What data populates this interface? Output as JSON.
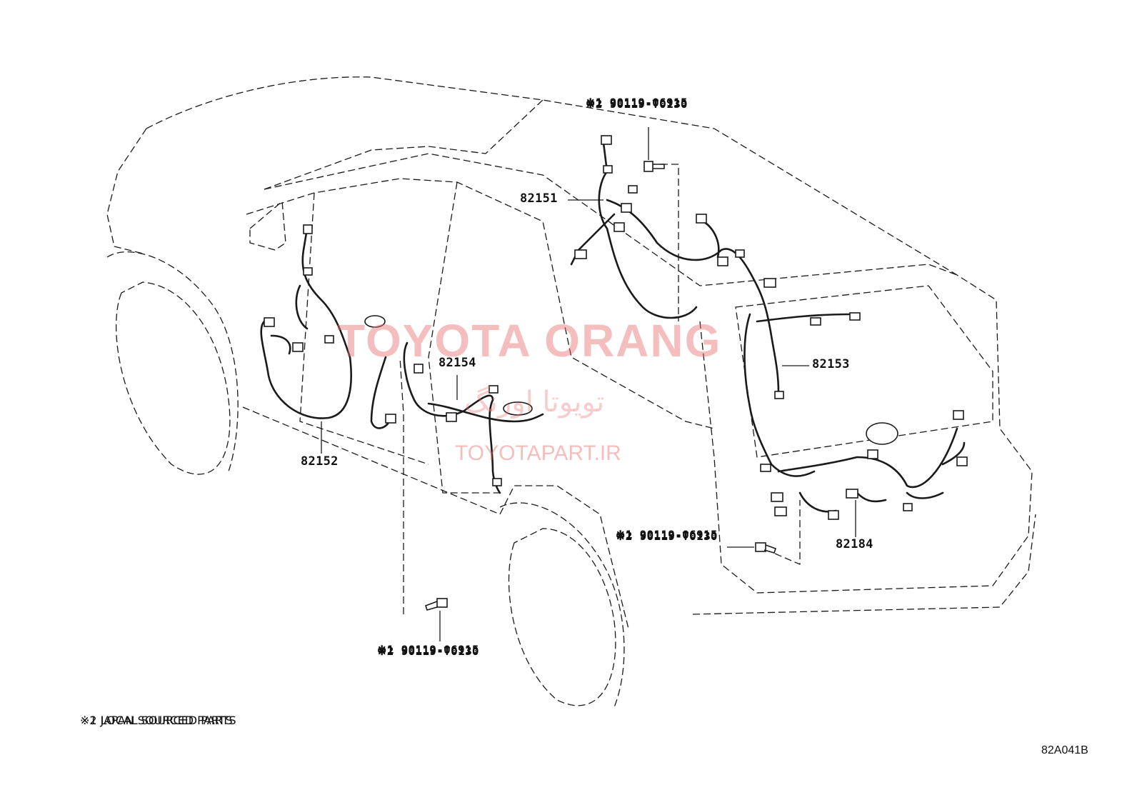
{
  "watermark": {
    "brand": "TOYOTA ORANG",
    "persian": "تویوتا اورنگ",
    "url": "TOYOTAPART.IR"
  },
  "parts": {
    "p82151": "82151",
    "p82152": "82152",
    "p82153": "82153",
    "p82154": "82154",
    "p82184": "82184"
  },
  "bolts": {
    "roof": {
      "line1": "※1 90119-06915",
      "line2": "※2 90119-T0130"
    },
    "rear": {
      "line1": "※1 90119-06915",
      "line2": "※2 90119-T0130"
    },
    "floor": {
      "line1": "※1 90119-06915",
      "line2": "※2 90119-T0130"
    }
  },
  "notes": {
    "note1": "※1 JAPAN SOURCED PARTS",
    "note2": "※2 LOCAL SOURCED PARTS"
  },
  "figure_code": "82A041B",
  "colors": {
    "line": "#1a1a1a",
    "watermark": "#e86e6e"
  }
}
